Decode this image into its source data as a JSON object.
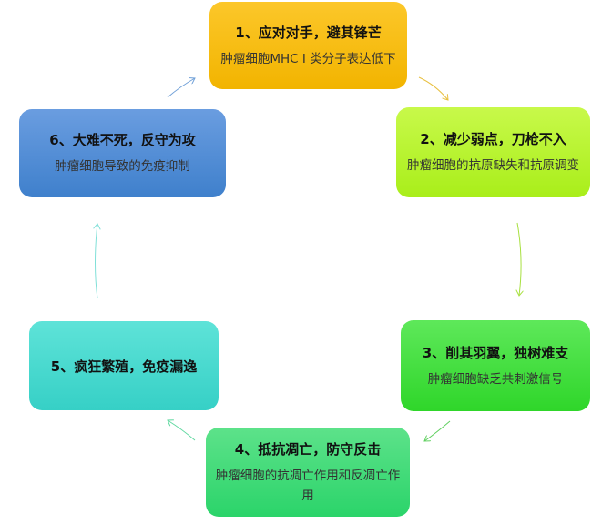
{
  "steps": [
    {
      "title": "1、应对对手，避其锋芒",
      "desc": "肿瘤细胞MHC I 类分子表达低下",
      "color": "#f7bd10"
    },
    {
      "title": "2、减少弱点，刀枪不入",
      "desc": "肿瘤细胞的抗原缺失和抗原调变",
      "color": "#b5f22a"
    },
    {
      "title": "3、削其羽翼，独树难支",
      "desc": "肿瘤细胞缺乏共刺激信号",
      "color": "#40dc3a"
    },
    {
      "title": "4、抵抗凋亡，防守反击",
      "desc": "肿瘤细胞的抗凋亡作用和反凋亡作用",
      "color": "#3cda78"
    },
    {
      "title": "5、疯狂繁殖，免疫漏逸",
      "desc": "",
      "color": "#45d8ce"
    },
    {
      "title": "6、大难不死，反守为攻",
      "desc": "肿瘤细胞导致的免疫抑制",
      "color": "#4f8bd4"
    }
  ]
}
